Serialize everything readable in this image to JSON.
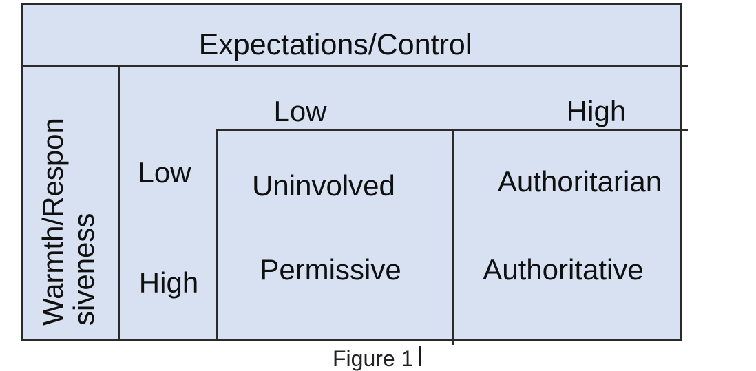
{
  "colors": {
    "box_fill": "#d7e1f1",
    "line": "#2b2b2b",
    "text": "#101010"
  },
  "matrix": {
    "top_axis": "Expectations/Control",
    "left_axis": {
      "line1": "Warmth/Respon",
      "line2": "siveness"
    },
    "col_headers": [
      "Low",
      "High"
    ],
    "row_headers": [
      "Low",
      "High"
    ],
    "cells": [
      [
        "Uninvolved",
        "Authoritarian"
      ],
      [
        "Permissive",
        "Authoritative"
      ]
    ]
  },
  "caption": {
    "text": "Figure 1"
  }
}
